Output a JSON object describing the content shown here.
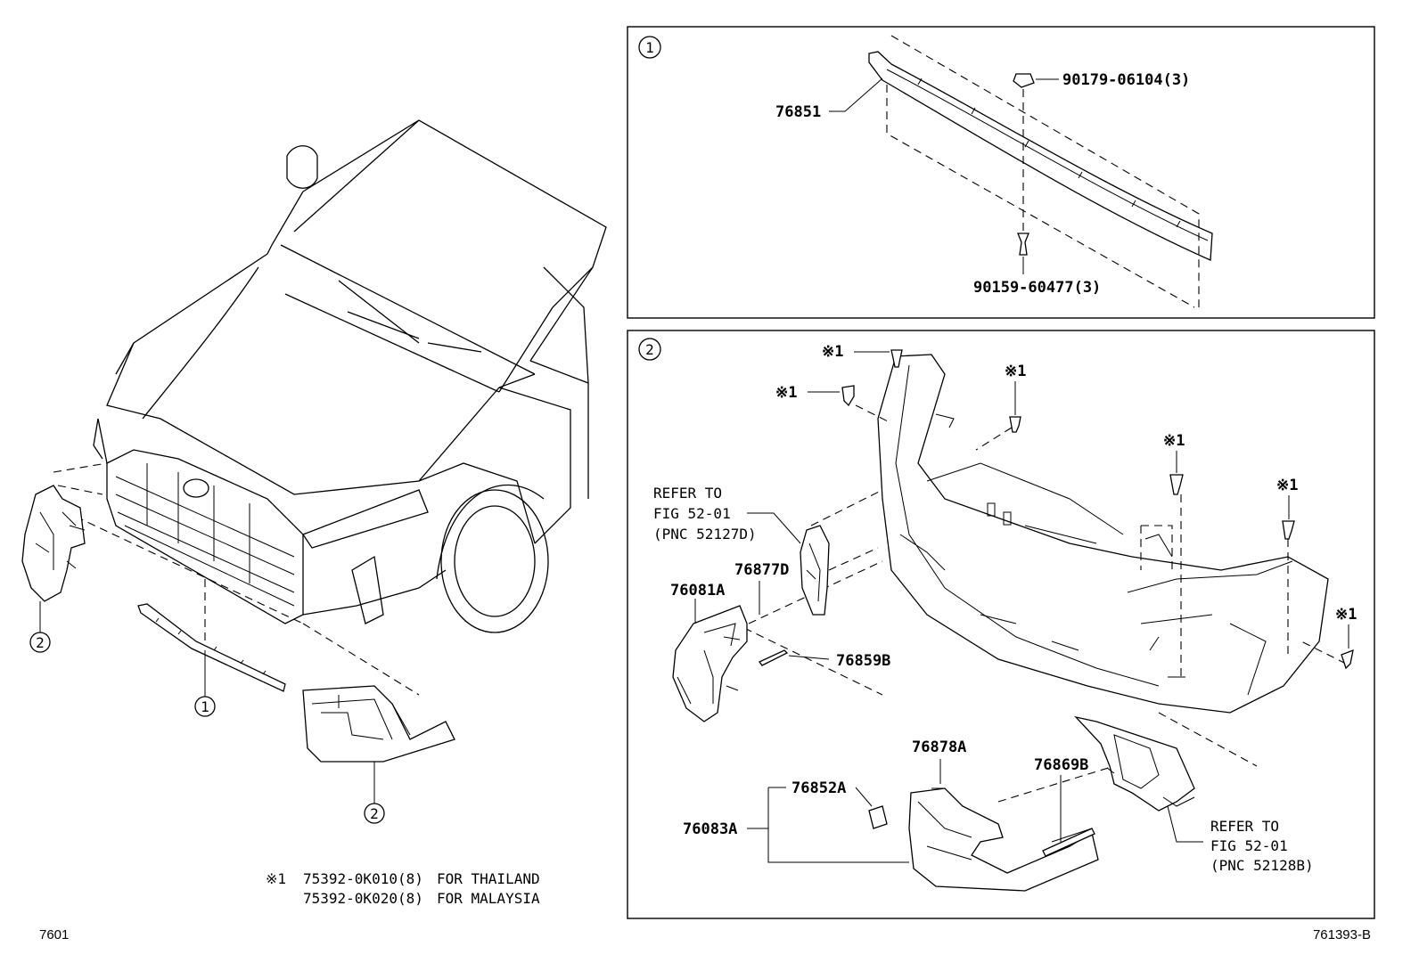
{
  "panels": {
    "panel1": {
      "marker": "1"
    },
    "panel2": {
      "marker": "2"
    }
  },
  "overview": {
    "callout_1": "1",
    "callout_2_left": "2",
    "callout_2_bottom": "2"
  },
  "parts": {
    "p76851": "76851",
    "p90179": "90179-06104(3)",
    "p90159": "90159-60477(3)",
    "p76081A": "76081A",
    "p76877D": "76877D",
    "p76859B": "76859B",
    "p76852A": "76852A",
    "p76083A": "76083A",
    "p76878A": "76878A",
    "p76869B": "76869B"
  },
  "clip_marks": {
    "m1": "※1",
    "m2": "※1",
    "m3": "※1",
    "m4": "※1",
    "m5": "※1",
    "m6": "※1"
  },
  "refer_left": {
    "line1": "REFER TO",
    "line2": "FIG 52-01",
    "line3": "(PNC 52127D)"
  },
  "refer_right": {
    "line1": "REFER TO",
    "line2": "FIG 52-01",
    "line3": "(PNC 52128B)"
  },
  "footnote": {
    "mark": "※1",
    "line1_part": "75392-0K010(8)",
    "line1_region": "FOR THAILAND",
    "line2_part": "75392-0K020(8)",
    "line2_region": "FOR MALAYSIA"
  },
  "footer": {
    "page_code": "7601",
    "figure_code": "761393-B"
  }
}
